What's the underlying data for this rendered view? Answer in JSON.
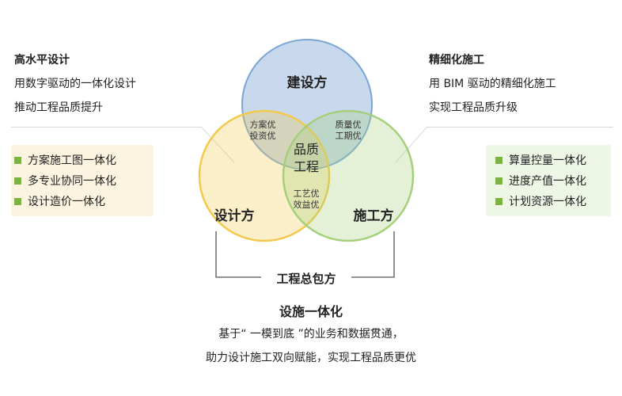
{
  "left": {
    "title": "高水平设计",
    "lines": [
      "用数字驱动的一体化设计",
      "推动工程品质提升"
    ],
    "items": [
      "方案施工图一体化",
      "多专业协同一体化",
      "设计造价一体化"
    ]
  },
  "right": {
    "title": "精细化施工",
    "lines": [
      "用 BIM 驱动的精细化施工",
      "实现工程品质升级"
    ],
    "items": [
      "算量控量一体化",
      "进度产值一体化",
      "计划资源一体化"
    ]
  },
  "venn": {
    "top": "建设方",
    "left": "设计方",
    "right": "施工方",
    "top_left_overlap": [
      "方案优",
      "投资优"
    ],
    "top_right_overlap": [
      "质量优",
      "工期优"
    ],
    "bottom_overlap": [
      "工艺优",
      "效益优"
    ],
    "center": [
      "品质",
      "工程"
    ],
    "bracket_label": "工程总包方"
  },
  "bottom": {
    "title": "设施一体化",
    "lines": [
      "基于“ 一模到底 ”的业务和数据贯通，",
      "助力设计施工双向赋能，实现工程品质更优"
    ]
  },
  "colors": {
    "top_circle": "#7ba4d4",
    "left_circle": "#f2c94c",
    "right_circle": "#a6cf7c",
    "left_box_bg": "#fcf3e0",
    "left_bullet": "#7cb342",
    "right_box_bg": "#eef6e6",
    "right_bullet": "#7cb342"
  }
}
